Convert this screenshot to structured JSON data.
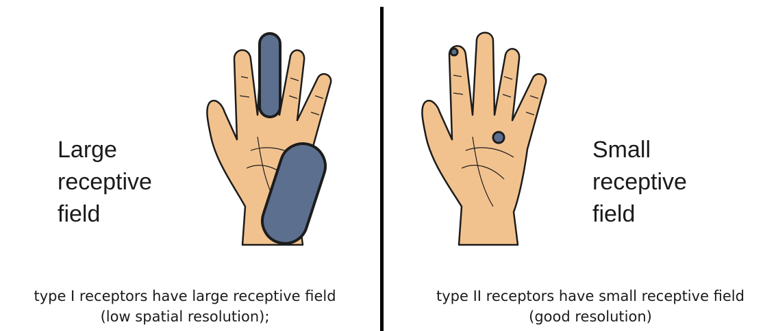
{
  "left": {
    "label_lines": [
      "Large",
      "receptive",
      "field"
    ],
    "caption_lines": [
      "type I receptors have large receptive field",
      "(low spatial resolution);"
    ]
  },
  "right": {
    "label_lines": [
      "Small",
      "receptive",
      "field"
    ],
    "caption_lines": [
      "type II receptors have small receptive field",
      "(good resolution)"
    ]
  },
  "colors": {
    "skin": "#f2c28e",
    "outline": "#1c1c1c",
    "field_fill": "#5c6f8f",
    "divider": "#000000"
  }
}
